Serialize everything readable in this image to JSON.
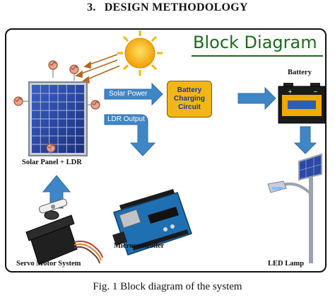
{
  "heading": {
    "number": "3.",
    "title": "DESIGN METHODOLOGY"
  },
  "diagram": {
    "title": "Block Diagram",
    "solar_power_label": "Solar Power",
    "ldr_output_label": "LDR Output",
    "charging_circuit_label": "Battery\nCharging\nCircuit",
    "battery_label": "Battery",
    "solar_panel_label": "Solar Panel + LDR",
    "microcontroller_label": "Microcontroller",
    "servo_label": "Servo Motor System",
    "led_lamp_label": "LED Lamp"
  },
  "caption": "Fig. 1 Block diagram of the system",
  "colors": {
    "arrow_blue": "#3f86c6",
    "title_green": "#1d6b1d",
    "charging_box": "#f2b619",
    "charging_text": "#1e3a8a",
    "sun": "#f7b500"
  }
}
